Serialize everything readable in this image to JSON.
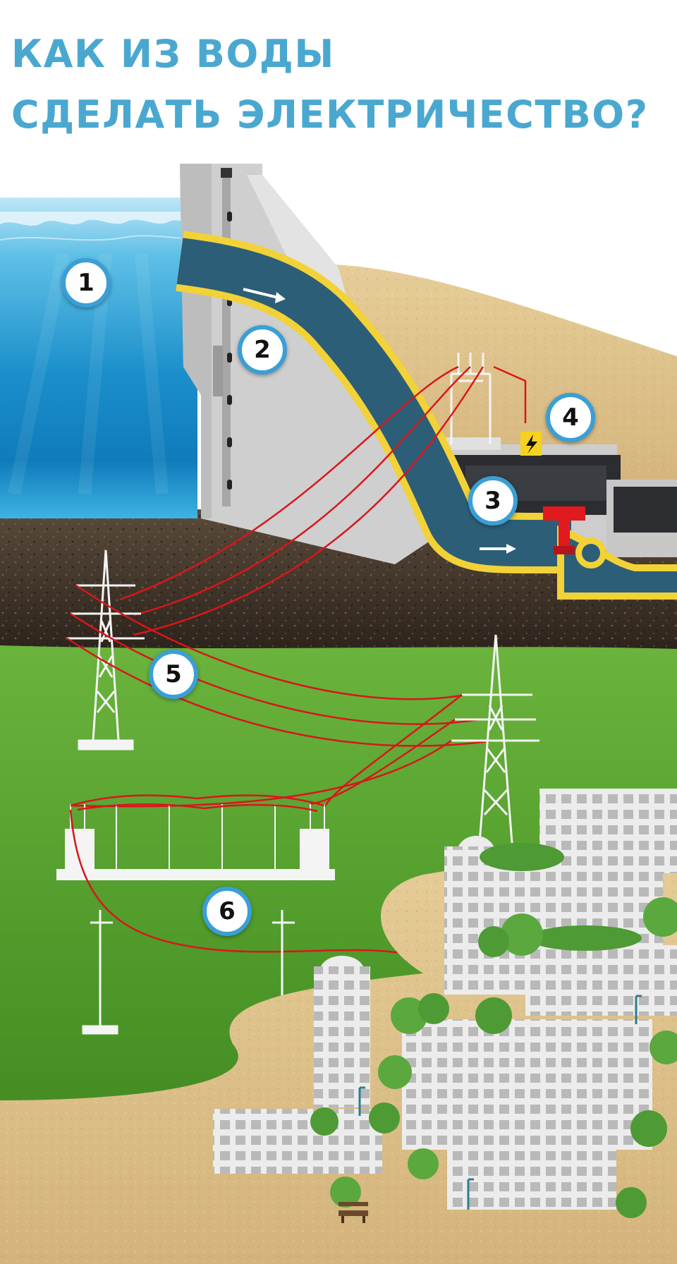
{
  "title": {
    "line1": "КАК ИЗ ВОДЫ",
    "line2": "СДЕЛАТЬ ЭЛЕКТРИЧЕСТВО?"
  },
  "steps": [
    {
      "id": "reservoir",
      "number": "1"
    },
    {
      "id": "penstock",
      "number": "2"
    },
    {
      "id": "turbine",
      "number": "3"
    },
    {
      "id": "generator",
      "number": "4"
    },
    {
      "id": "transmission",
      "number": "5"
    },
    {
      "id": "distribution",
      "number": "6"
    }
  ],
  "colors": {
    "title": "#4aa8d0",
    "badge_ring": "#3a9fd6",
    "water": "#1f8fc8",
    "penstock": "#2c5e78",
    "pipe_edge": "#f2d237",
    "power_line": "#d9161b",
    "concrete": "#cfcfcf",
    "soil": "#3f3328",
    "grass": "#4f9a2a",
    "sand": "#ddc08a"
  }
}
